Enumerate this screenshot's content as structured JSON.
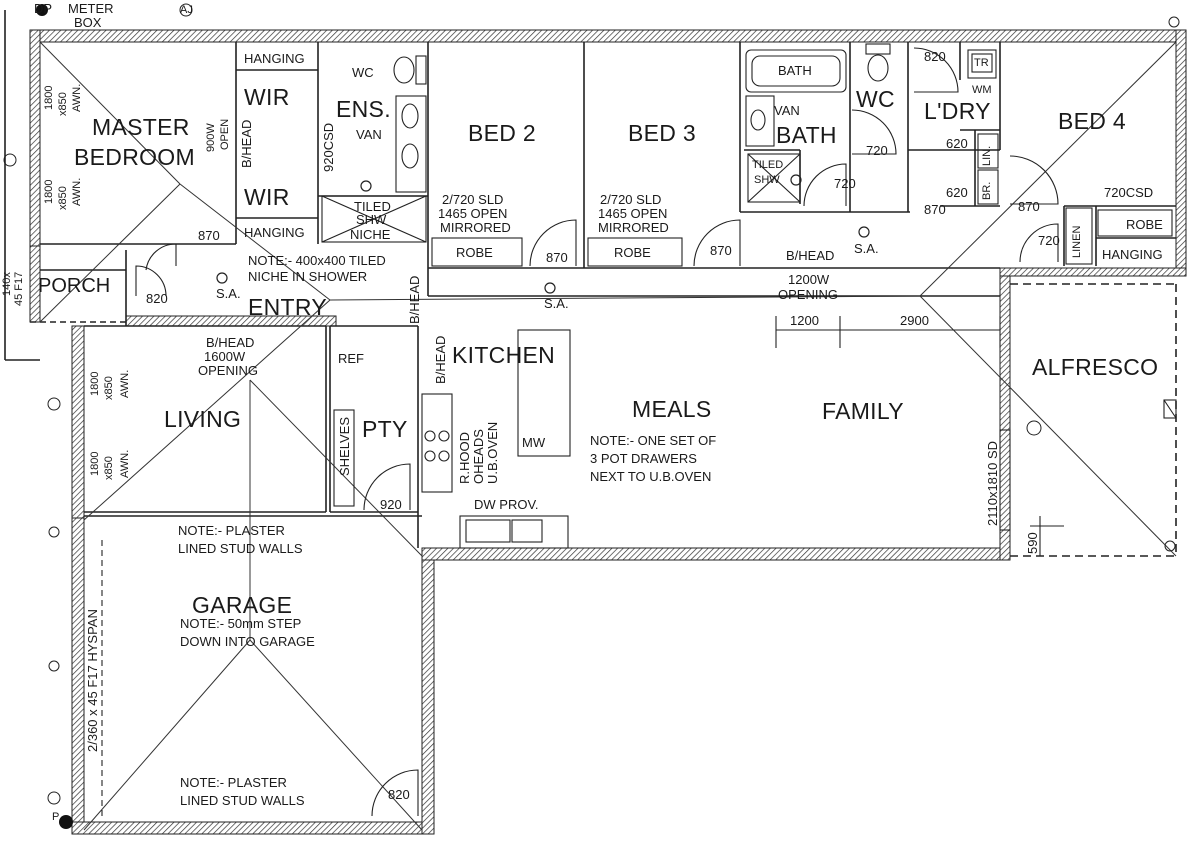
{
  "rooms": {
    "master_bedroom": [
      "MASTER",
      "BEDROOM"
    ],
    "wir_top": "WIR",
    "wir_bottom": "WIR",
    "ens": "ENS.",
    "bed2": "BED 2",
    "bed3": "BED 3",
    "bath": "BATH",
    "wc": "WC",
    "laundry": "L'DRY",
    "bed4": "BED 4",
    "porch": "PORCH",
    "entry": "ENTRY",
    "kitchen": "KITCHEN",
    "living": "LIVING",
    "pty": "PTY",
    "meals": "MEALS",
    "family": "FAMILY",
    "alfresco": "ALFRESCO",
    "garage": "GARAGE"
  },
  "labels": {
    "dp": "DP",
    "meter_box": [
      "METER",
      "BOX"
    ],
    "aj": "AJ",
    "hanging_top": "HANGING",
    "hanging_bottom": "HANGING",
    "hanging_bed4": "HANGING",
    "wc_ens": "WC",
    "van_ens": "VAN",
    "tiled_shw_niche": [
      "TILED",
      "SHW",
      "NICHE"
    ],
    "bath_tub": "BATH",
    "van_bath": "VAN",
    "tiled_shw": [
      "TILED",
      "SHW"
    ],
    "tr": "TR",
    "wm": "WM",
    "lin_ldry": "LIN.",
    "br": "BR.",
    "linen": "LINEN",
    "robe_bed4": "ROBE",
    "robe_bed2": "ROBE",
    "robe_bed3": "ROBE",
    "bed2_sld": [
      "2/720 SLD",
      "1465 OPEN",
      "MIRRORED"
    ],
    "bed3_sld": [
      "2/720 SLD",
      "1465 OPEN",
      "MIRRORED"
    ],
    "sa": "S.A.",
    "bhead_opening_top": [
      "B/HEAD",
      "1200W",
      "OPENING"
    ],
    "bhead_opening_living": [
      "B/HEAD",
      "1600W",
      "OPENING"
    ],
    "bhead_vert_a": "B/HEAD",
    "bhead_vert_b": "B/HEAD",
    "wir_bhead": "B/HEAD",
    "wir_open": [
      "900W",
      "OPEN"
    ],
    "csd_920": "920CSD",
    "csd_720": "720CSD",
    "niche_note": [
      "NOTE:- 400x400 TILED",
      "NICHE IN SHOWER"
    ],
    "ref": "REF",
    "shelves": "SHELVES",
    "mw": "MW",
    "rhood": [
      "R.HOOD",
      "OHEADS",
      "U.B.OVEN"
    ],
    "dw_prov": "DW PROV.",
    "kitchen_note": [
      "NOTE:- ONE SET OF",
      "3 POT DRAWERS",
      "NEXT TO U.B.OVEN"
    ],
    "sd_2110": "2110x1810 SD",
    "dim_590": "590",
    "garage_note_top": [
      "NOTE:- PLASTER",
      "LINED STUD WALLS"
    ],
    "garage_step_note": [
      "NOTE:- 50mm STEP",
      "DOWN INTO GARAGE"
    ],
    "garage_note_bottom": [
      "NOTE:- PLASTER",
      "LINED STUD WALLS"
    ],
    "hyspan": "2/360 x 45 F17 HYSPAN",
    "porch_post": [
      "140x",
      "45 F17"
    ],
    "awn_mbr_top": [
      "1800",
      "x850",
      "AWN."
    ],
    "awn_mbr_bottom": [
      "1800",
      "x850",
      "AWN."
    ],
    "awn_liv_top": [
      "1800",
      "x850",
      "AWN."
    ],
    "awn_liv_bottom": [
      "1800",
      "x850",
      "AWN."
    ],
    "p": "P"
  },
  "dimensions": {
    "d870_entry": "870",
    "d820_porch": "820",
    "d870_bed2": "870",
    "d870_bed3": "870",
    "d720_bath": "720",
    "d720_wc": "720",
    "d820_ldry": "820",
    "d620_a": "620",
    "d620_b": "620",
    "d870_ldry": "870",
    "d870_bed4": "870",
    "d720_linen": "720",
    "d920_pty": "920",
    "d820_garage": "820",
    "d1200": "1200",
    "d2900": "2900"
  }
}
